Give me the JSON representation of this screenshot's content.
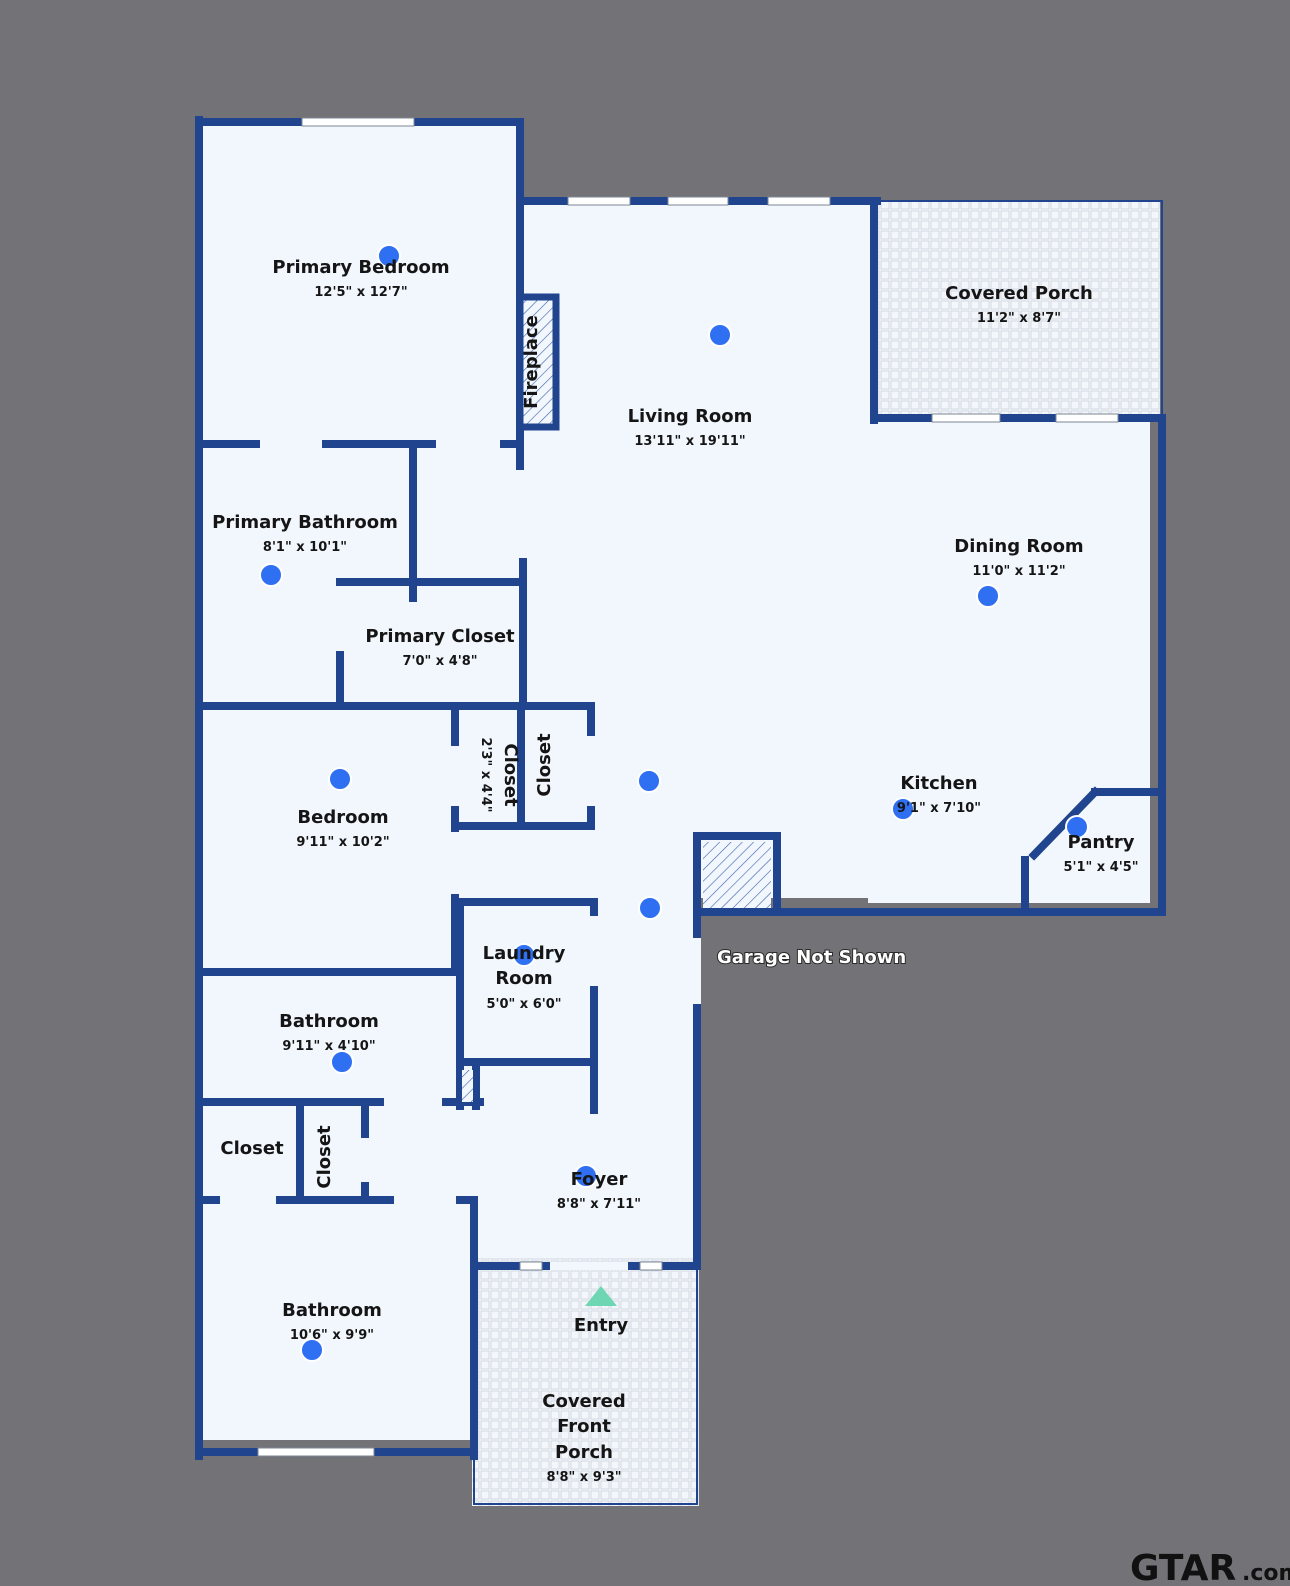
{
  "colors": {
    "background": "#737277",
    "floor": "#f1f7fd",
    "wall": "#21448e",
    "hotspot": "#2f6ff2",
    "entry_marker": "#6fd6b4"
  },
  "rooms": {
    "primary_bedroom": {
      "name": "Primary Bedroom",
      "dims": "12'5\" x 12'7\""
    },
    "living_room": {
      "name": "Living Room",
      "dims": "13'11\" x 19'11\""
    },
    "covered_porch": {
      "name": "Covered Porch",
      "dims": "11'2\" x 8'7\""
    },
    "primary_bathroom": {
      "name": "Primary Bathroom",
      "dims": "8'1\" x 10'1\""
    },
    "dining_room": {
      "name": "Dining Room",
      "dims": "11'0\" x 11'2\""
    },
    "primary_closet": {
      "name": "Primary Closet",
      "dims": "7'0\" x 4'8\""
    },
    "bedroom": {
      "name": "Bedroom",
      "dims": "9'11\" x 10'2\""
    },
    "hall_closet_a": {
      "name": "Closet",
      "dims": "2'3\" x 4'4\""
    },
    "hall_closet_b": {
      "name": "Closet"
    },
    "kitchen": {
      "name": "Kitchen",
      "dims": "9'1\" x 7'10\""
    },
    "pantry": {
      "name": "Pantry",
      "dims": "5'1\" x 4'5\""
    },
    "laundry_room": {
      "name": "Laundry Room",
      "dims": "5'0\" x 6'0\""
    },
    "bathroom_small": {
      "name": "Bathroom",
      "dims": "9'11\" x 4'10\""
    },
    "closet_left": {
      "name": "Closet"
    },
    "closet_vertical": {
      "name": "Closet"
    },
    "foyer": {
      "name": "Foyer",
      "dims": "8'8\" x 7'11\""
    },
    "bathroom_large": {
      "name": "Bathroom",
      "dims": "10'6\" x 9'9\""
    },
    "covered_front_porch": {
      "name": "Covered Front Porch",
      "line1": "Covered",
      "line2": "Front",
      "line3": "Porch",
      "dims": "8'8\" x 9'3\""
    }
  },
  "fireplace": {
    "label": "Fireplace"
  },
  "entry": {
    "label": "Entry"
  },
  "garage_note": "Garage Not Shown",
  "logo": {
    "main": "GTAR",
    "suffix": ".com"
  }
}
